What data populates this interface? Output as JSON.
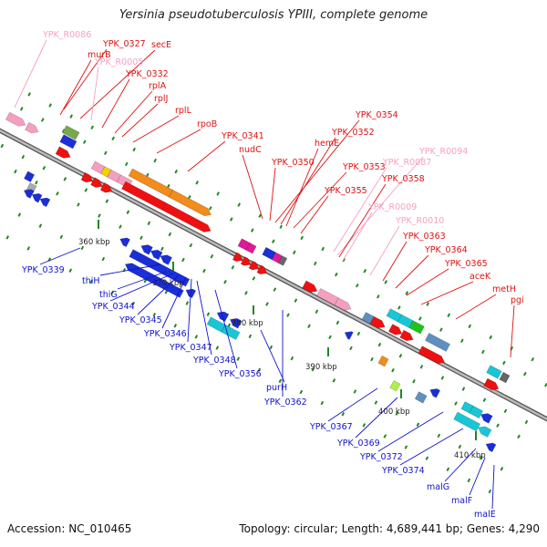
{
  "title": "Yersinia pseudotuberculosis YPIII, complete genome",
  "footer": {
    "accession": "Accession: NC_010465",
    "stats": "Topology: circular; Length: 4,689,441 bp; Genes: 4,290"
  },
  "colors": {
    "forward_label": "#dd1111",
    "rna_label": "#f59fc0",
    "reverse_label": "#1111cc",
    "backbone": "#888888",
    "tick": "#228822"
  },
  "scale": [
    "360 kbp",
    "370 kbp",
    "380 kbp",
    "390 kbp",
    "400 kbp",
    "410 kbp"
  ],
  "forward_labels": [
    {
      "text": "YPK_R0086",
      "kind": "rna"
    },
    {
      "text": "YPK_0327",
      "kind": "cds"
    },
    {
      "text": "secE",
      "kind": "cds"
    },
    {
      "text": "murB",
      "kind": "cds"
    },
    {
      "text": "YPK_R0005",
      "kind": "rna"
    },
    {
      "text": "YPK_0332",
      "kind": "cds"
    },
    {
      "text": "rplA",
      "kind": "cds"
    },
    {
      "text": "rplJ",
      "kind": "cds"
    },
    {
      "text": "rplL",
      "kind": "cds"
    },
    {
      "text": "rpoB",
      "kind": "cds"
    },
    {
      "text": "YPK_0341",
      "kind": "cds"
    },
    {
      "text": "nudC",
      "kind": "cds"
    },
    {
      "text": "YPK_0354",
      "kind": "cds"
    },
    {
      "text": "YPK_0352",
      "kind": "cds"
    },
    {
      "text": "hemE",
      "kind": "cds"
    },
    {
      "text": "YPK_0350",
      "kind": "cds"
    },
    {
      "text": "YPK_0353",
      "kind": "cds"
    },
    {
      "text": "YPK_0355",
      "kind": "cds"
    },
    {
      "text": "YPK_R0094",
      "kind": "rna"
    },
    {
      "text": "YPK_R0087",
      "kind": "rna"
    },
    {
      "text": "YPK_0358",
      "kind": "cds"
    },
    {
      "text": "YPK_R0009",
      "kind": "rna"
    },
    {
      "text": "YPK_R0010",
      "kind": "rna"
    },
    {
      "text": "YPK_0363",
      "kind": "cds"
    },
    {
      "text": "YPK_0364",
      "kind": "cds"
    },
    {
      "text": "YPK_0365",
      "kind": "cds"
    },
    {
      "text": "aceK",
      "kind": "cds"
    },
    {
      "text": "metH",
      "kind": "cds"
    },
    {
      "text": "pgi",
      "kind": "cds"
    }
  ],
  "reverse_labels": [
    "YPK_0339",
    "thiH",
    "thiG",
    "YPK_0344",
    "YPK_0345",
    "YPK_0346",
    "YPK_0347",
    "YPK_0348",
    "YPK_0356",
    "purH",
    "YPK_0362",
    "YPK_0367",
    "YPK_0369",
    "YPK_0372",
    "YPK_0374",
    "malG",
    "malF",
    "malE"
  ]
}
